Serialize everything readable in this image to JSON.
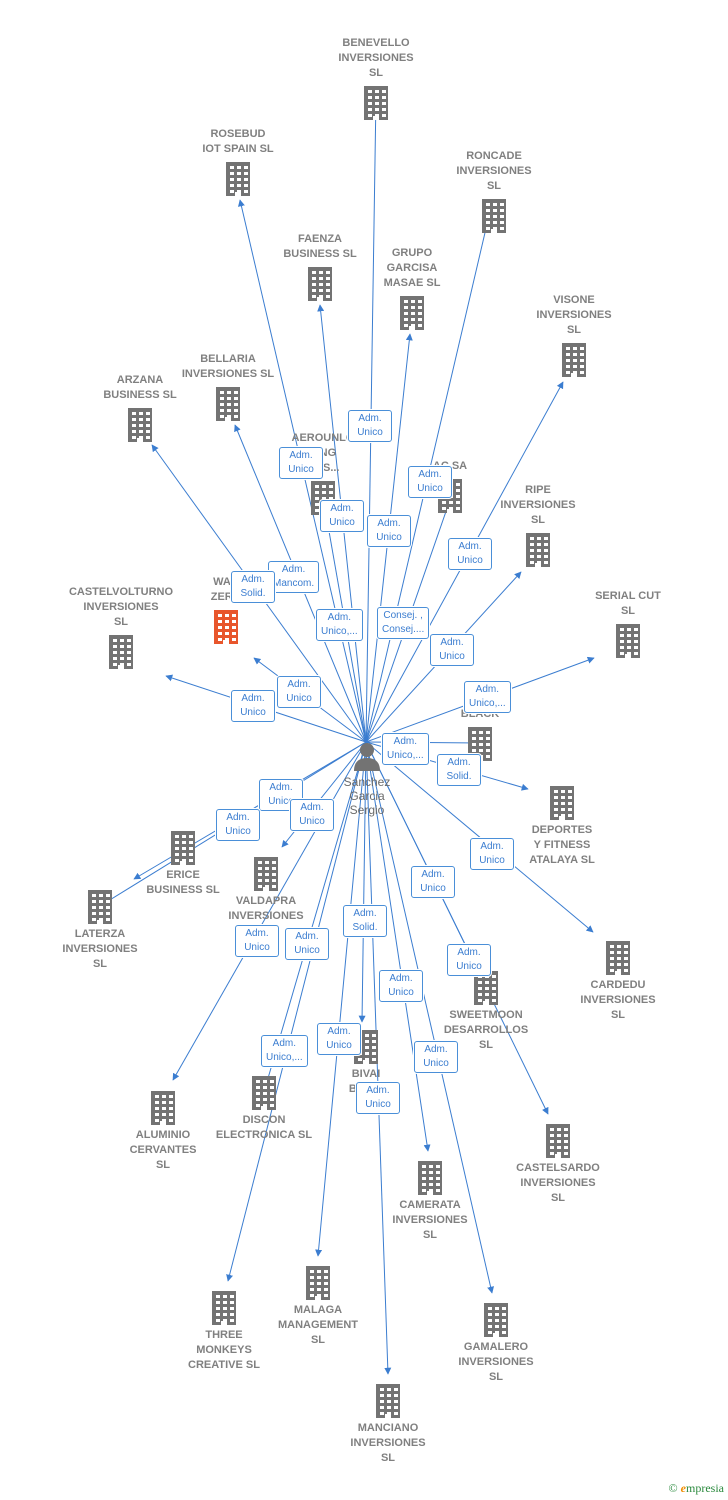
{
  "center": {
    "name": "Sanchez\nGarcia\nSergio",
    "icon": "person-icon"
  },
  "colors": {
    "edge": "#3b7dd0",
    "building": "#737373",
    "highlight": "#e8562c",
    "label": "#808080"
  },
  "companies": [
    {
      "id": "benevello",
      "name": "BENEVELLO\nINVERSIONES\nSL"
    },
    {
      "id": "rosebud",
      "name": "ROSEBUD\nIOT SPAIN  SL"
    },
    {
      "id": "roncade",
      "name": "RONCADE\nINVERSIONES\nSL"
    },
    {
      "id": "faenza",
      "name": "FAENZA\nBUSINESS  SL"
    },
    {
      "id": "grupo",
      "name": "GRUPO\nGARCISA\nMASAE  SL"
    },
    {
      "id": "visone",
      "name": "VISONE\nINVERSIONES\nSL"
    },
    {
      "id": "bellaria",
      "name": "BELLARIA\nINVERSIONES SL"
    },
    {
      "id": "arzana",
      "name": "ARZANA\nBUSINESS SL"
    },
    {
      "id": "aeroun",
      "name": "AEROUNLO\nLING\nONS..."
    },
    {
      "id": "ac",
      "name": "AC SA"
    },
    {
      "id": "ripe",
      "name": "RIPE\nINVERSIONES\nSL"
    },
    {
      "id": "warzero",
      "name": "WAR\nZERO",
      "highlight": true
    },
    {
      "id": "castelvolturno",
      "name": "CASTELVOLTURNO\nINVERSIONES\nSL"
    },
    {
      "id": "serialcut",
      "name": "SERIAL CUT\nSL"
    },
    {
      "id": "black",
      "name": "BLACK"
    },
    {
      "id": "deportes",
      "name": "DEPORTES\nY FITNESS\nATALAYA SL"
    },
    {
      "id": "erice",
      "name": "ERICE\nBUSINESS SL"
    },
    {
      "id": "valdapra",
      "name": "VALDAPRA\nINVERSIONES"
    },
    {
      "id": "laterza",
      "name": "LATERZA\nINVERSIONES\nSL"
    },
    {
      "id": "cardedu",
      "name": "CARDEDU\nINVERSIONES\nSL"
    },
    {
      "id": "sweetmoon",
      "name": "SWEETMOON\nDESARROLLOS\nSL"
    },
    {
      "id": "bivai",
      "name": "BIVAI\nBUSIN"
    },
    {
      "id": "aluminio",
      "name": "ALUMINIO\nCERVANTES\nSL"
    },
    {
      "id": "discon",
      "name": "DISCON\nELECTRONICA SL"
    },
    {
      "id": "castelsardo",
      "name": "CASTELSARDO\nINVERSIONES\nSL"
    },
    {
      "id": "camerata",
      "name": "CAMERATA\nINVERSIONES\nSL"
    },
    {
      "id": "threemonkeys",
      "name": "THREE\nMONKEYS\nCREATIVE  SL"
    },
    {
      "id": "malaga",
      "name": "MALAGA\nMANAGEMENT\nSL"
    },
    {
      "id": "gamalero",
      "name": "GAMALERO\nINVERSIONES\nSL"
    },
    {
      "id": "manciano",
      "name": "MANCIANO\nINVERSIONES\nSL"
    }
  ],
  "relations": [
    "Adm.\nUnico",
    "Adm.\nUnico",
    "Adm.\nUnico",
    "Adm.\nUnico",
    "Adm.\nUnico",
    "Adm.\nUnico",
    "Adm.\nMancom.",
    "Adm.\nSolid.",
    "Adm.\nUnico,...",
    "Consej. ,\nConsej....",
    "Adm.\nUnico",
    "Adm.\nUnico",
    "Adm.\nUnico",
    "Adm.\nUnico,...",
    "Adm.\nUnico,...",
    "Adm.\nSolid.",
    "Adm.\nUnico",
    "Adm.\nUnico",
    "Adm.\nUnico",
    "Adm.\nUnico",
    "Adm.\nUnico",
    "Adm.\nUnico",
    "Adm.\nUnico",
    "Adm.\nSolid.",
    "Adm.\nUnico",
    "Adm.\nUnico",
    "Adm.\nUnico,...",
    "Adm.\nUnico",
    "Adm.\nUnico",
    "Adm.\nUnico"
  ],
  "footer": {
    "copyright": "©",
    "brand_first": "e",
    "brand_rest": "mpresia"
  }
}
